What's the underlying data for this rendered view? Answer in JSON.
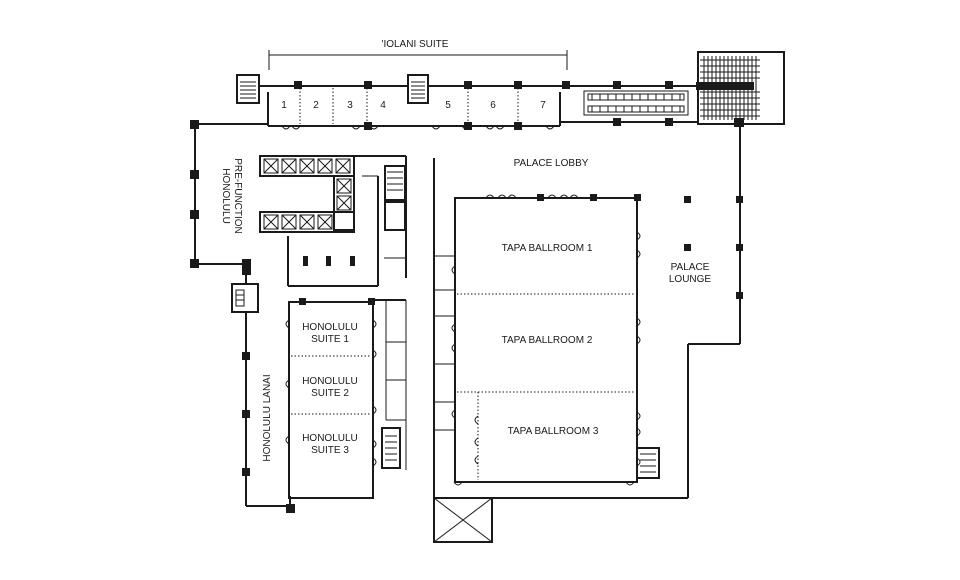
{
  "plan": {
    "iolani_suite": "'IOLANI SUITE",
    "iolani_rooms": [
      "1",
      "2",
      "3",
      "4",
      "5",
      "6",
      "7"
    ],
    "palace_lobby": "PALACE LOBBY",
    "palace_lounge": [
      "PALACE",
      "LOUNGE"
    ],
    "tapa_ballroom_1": "TAPA BALLROOM 1",
    "tapa_ballroom_2": "TAPA BALLROOM 2",
    "tapa_ballroom_3": "TAPA BALLROOM 3",
    "honolulu_prefunction": [
      "HONOLULU",
      "PRE-FUNCTION"
    ],
    "honolulu_suite_1": [
      "HONOLULU",
      "SUITE 1"
    ],
    "honolulu_suite_2": [
      "HONOLULU",
      "SUITE 2"
    ],
    "honolulu_suite_3": [
      "HONOLULU",
      "SUITE 3"
    ],
    "honolulu_lanai": "HONOLULU LANAI"
  }
}
